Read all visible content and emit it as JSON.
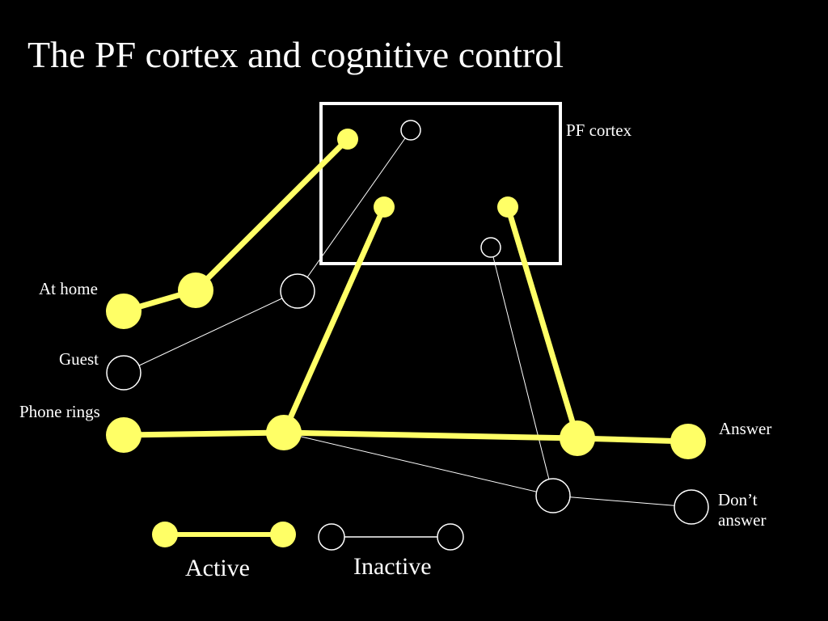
{
  "title": "The PF cortex and cognitive control",
  "colors": {
    "background": "#000000",
    "active": "#ffff66",
    "inactive": "#ffffff",
    "text": "#ffffff"
  },
  "labels": {
    "pf_cortex": "PF cortex",
    "at_home": "At home",
    "guest": "Guest",
    "phone_rings": "Phone rings",
    "answer": "Answer",
    "dont_answer": "Don’t answer"
  },
  "legend": {
    "active": "Active",
    "inactive": "Inactive"
  }
}
